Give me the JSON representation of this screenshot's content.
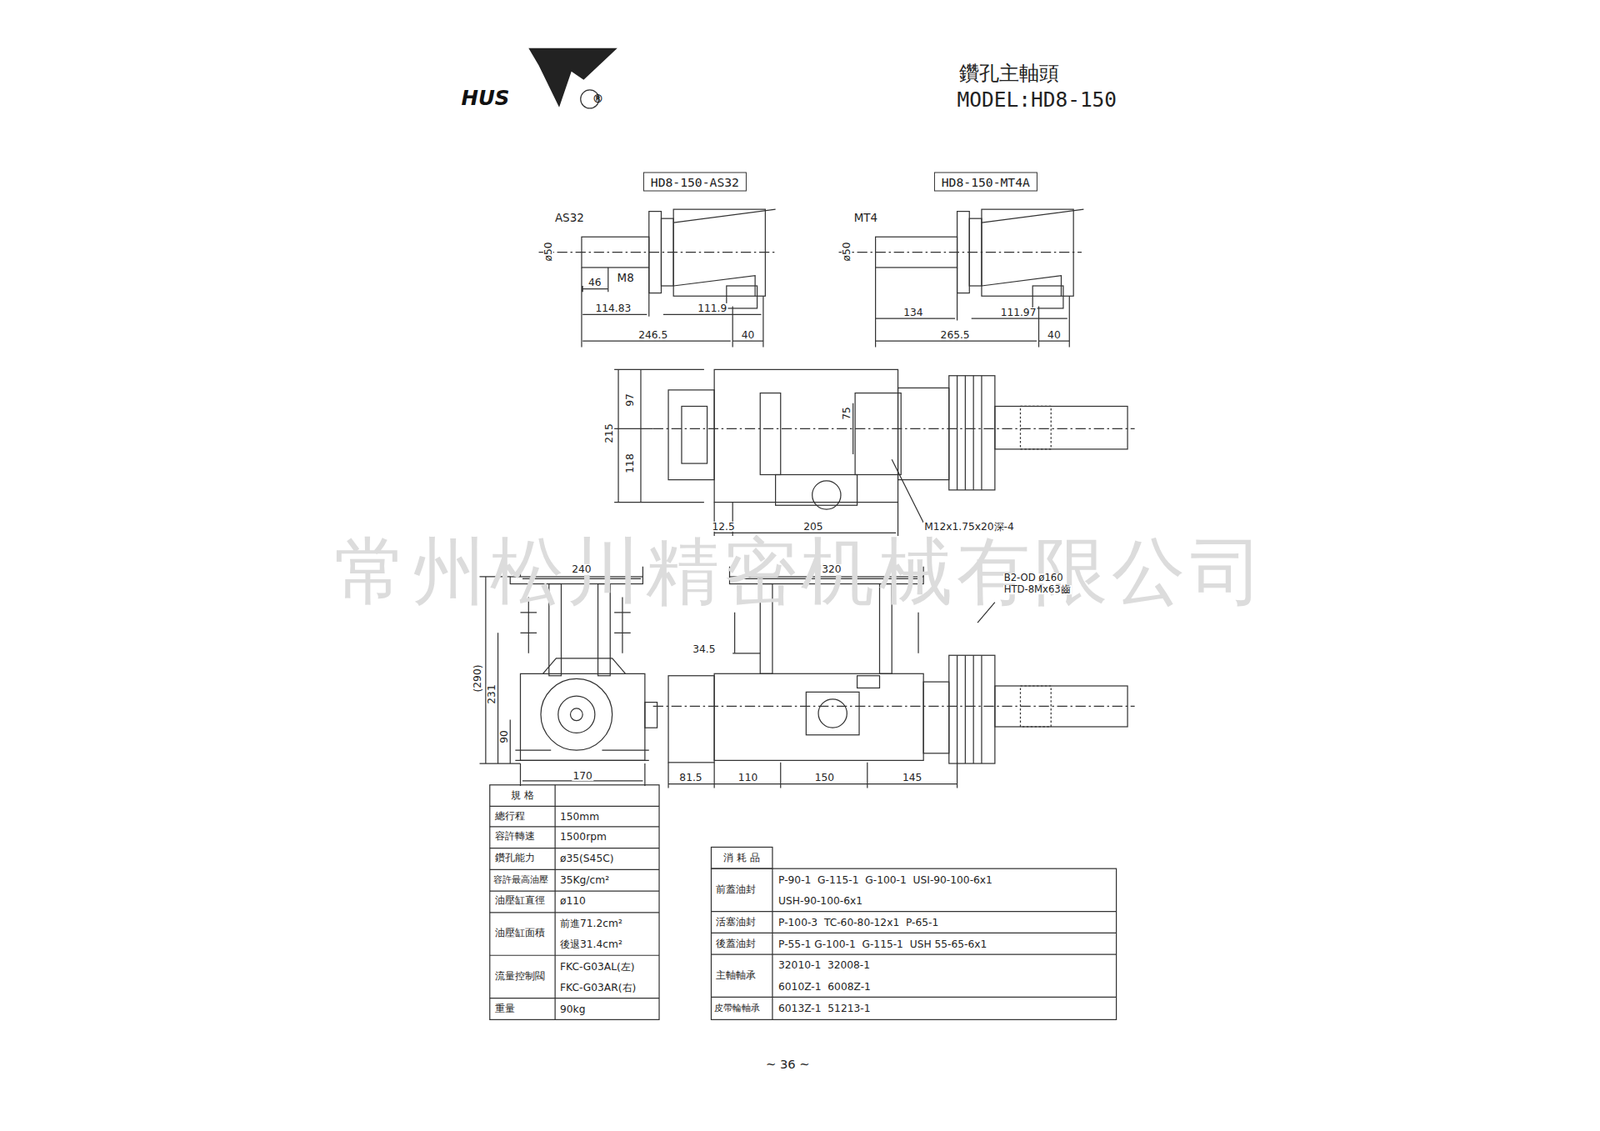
{
  "diagram": {
    "title": "鑽孔主軸頭",
    "nodes": [
      {
        "text": [
          "HD8-150-AS32"
        ]
      },
      {
        "text": [
          "HD8-150-MT4A"
        ]
      }
    ],
    "labels": [
      "HUS",
      "®",
      "MODEL:HD8-150",
      "AS32",
      "ø50",
      "M8",
      "46",
      "114.83",
      "111.9",
      "246.5",
      "40",
      "MT4",
      "ø50",
      "134",
      "111.97",
      "265.5",
      "40",
      "97",
      "215",
      "118",
      "75",
      "12.5",
      "205",
      "M12x1.75x20深-4",
      "常州松川精密机械有限公司",
      "240",
      "320",
      "(290)",
      "231",
      "90",
      "170",
      "34.5",
      "B2-OD ø160",
      "HTD-8Mx63齒",
      "81.5",
      "110",
      "150",
      "145",
      "規 格",
      "總行程",
      "150mm",
      "容許轉速",
      "1500rpm",
      "鑽孔能力",
      "ø35(S45C)",
      "容許最高油壓",
      "35Kg/cm²",
      "油壓缸直徑",
      "ø110",
      "油壓缸面積",
      "前進71.2cm²",
      "後退31.4cm²",
      "流量控制閥",
      "FKC-G03AL(左)",
      "FKC-G03AR(右)",
      "重量",
      "90kg",
      "消 耗 品",
      "前蓋油封",
      "P-90-1  G-115-1  G-100-1  USI-90-100-6x1",
      "USH-90-100-6x1",
      "活塞油封",
      "P-100-3  TC-60-80-12x1  P-65-1",
      "後蓋油封",
      "P-55-1 G-100-1  G-115-1  USH 55-65-6x1",
      "主軸軸承",
      "32010-1  32008-1",
      "6010Z-1  6008Z-1",
      "皮帶輪軸承",
      "6013Z-1  51213-1",
      "~ 36 ~"
    ]
  }
}
